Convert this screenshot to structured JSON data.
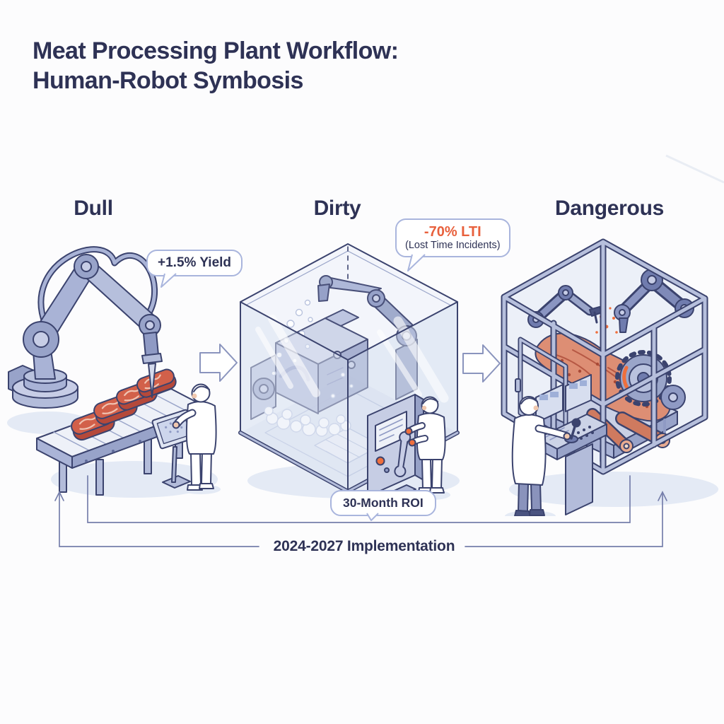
{
  "title": {
    "line1": "Meat Processing Plant Workflow:",
    "line2": "Human-Robot Symbosis"
  },
  "sections": [
    {
      "label": "Dull",
      "callout": "+1.5% Yield",
      "scene": "robot-arm-cutting-conveyor"
    },
    {
      "label": "Dirty",
      "callout_primary": "-70% LTI",
      "callout_secondary": "(Lost Time Incidents)",
      "scene": "washdown-glass-enclosure"
    },
    {
      "label": "Dangerous",
      "scene": "caged-robot-carcass-cell"
    }
  ],
  "roi_callout": "30-Month ROI",
  "timeline": {
    "label": "2024-2027 Implementation"
  },
  "colors": {
    "ink": "#2e3255",
    "line": "#3b436e",
    "accent": "#e8603c",
    "bubble-border": "#a9b5dd",
    "bracket": "#767fab",
    "background": "#fcfcfd"
  }
}
